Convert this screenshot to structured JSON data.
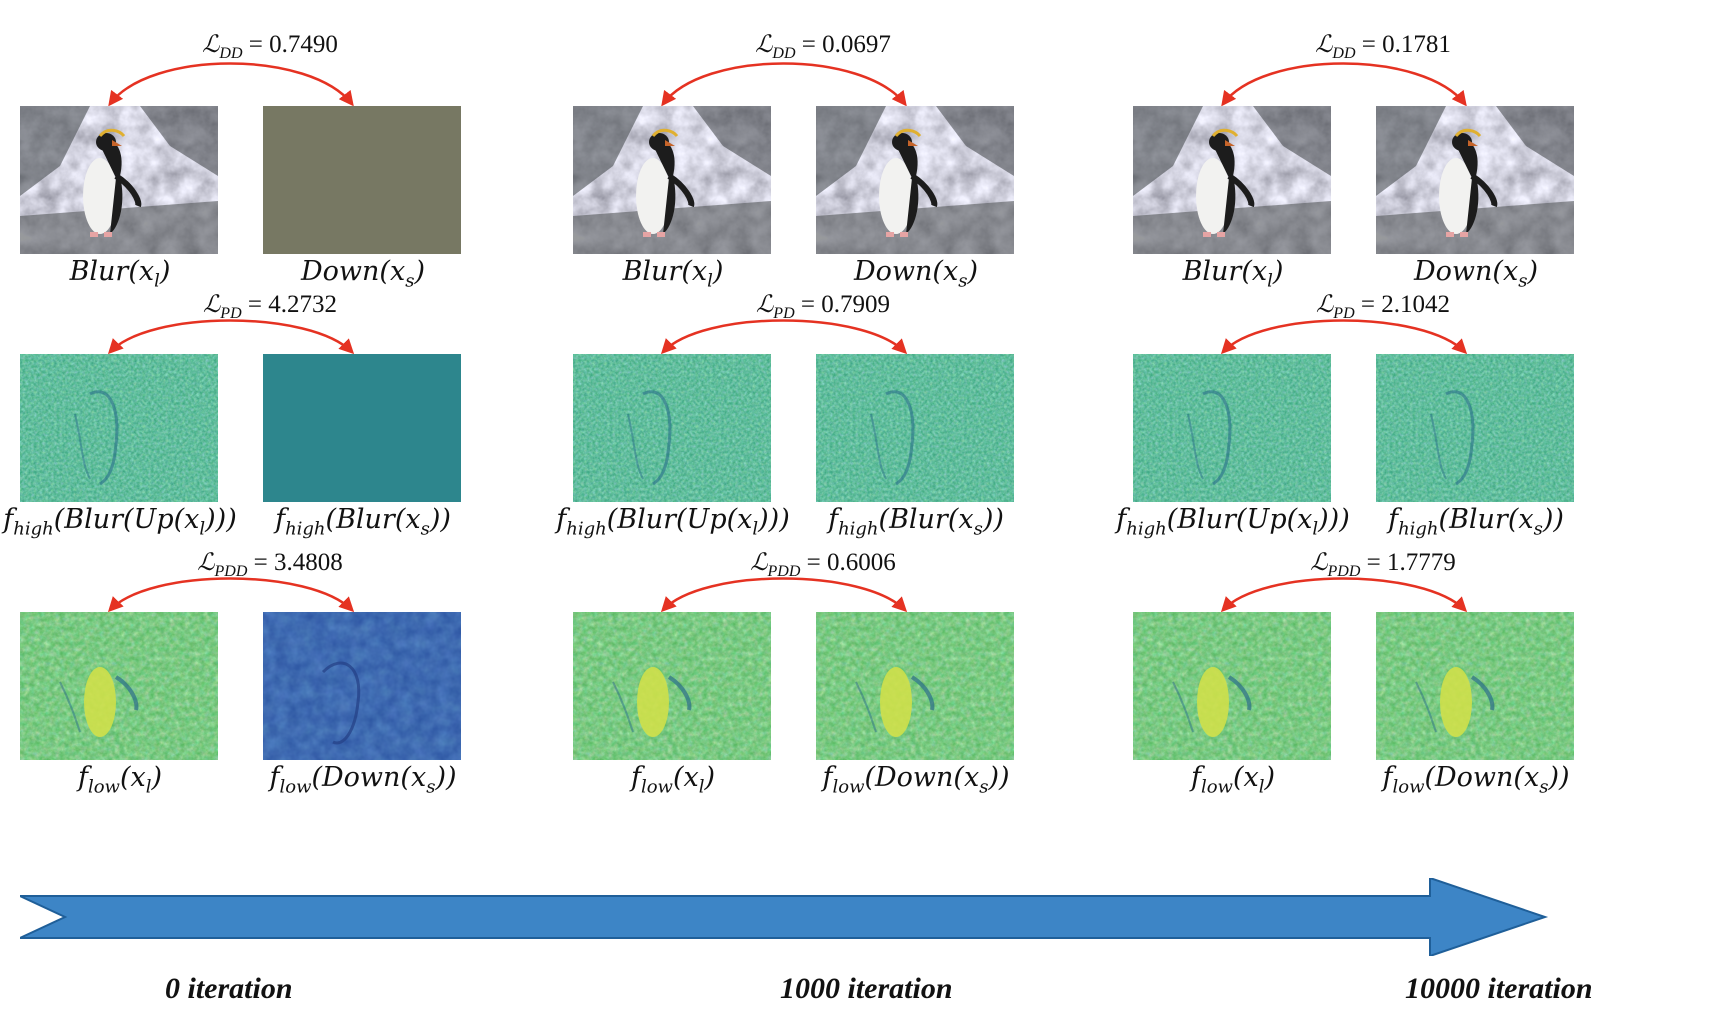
{
  "colors": {
    "arrow_fill": "#3d85c6",
    "arrow_stroke": "#1f5f99",
    "arc": "#e53222",
    "solid_tile": "#777863",
    "teal_tile": "#2e8a8c",
    "blue_tile": "#2a52a0"
  },
  "columns": [
    {
      "iteration_label": "0 iteration",
      "rows": [
        {
          "loss_symbol": "ℒ",
          "loss_sub": "DD",
          "loss_value": " = 0.7490",
          "left_caption": "Blur(x",
          "left_sub": "l",
          "left_tail": ")",
          "right_caption": "Down(x",
          "right_sub": "s",
          "right_tail": ")",
          "left_tile": "photo",
          "right_tile": "solid"
        },
        {
          "loss_symbol": "ℒ",
          "loss_sub": "PD",
          "loss_value": " = 4.2732",
          "left_caption": "f",
          "left_sub": "high",
          "left_tail": "(Blur(Up(x",
          "left_sub2": "l",
          "left_tail2": ")))",
          "right_caption": "f",
          "right_sub": "high",
          "right_tail": "(Blur(x",
          "right_sub2": "s",
          "right_tail2": "))",
          "left_tile": "high",
          "right_tile": "teal"
        },
        {
          "loss_symbol": "ℒ",
          "loss_sub": "PDD",
          "loss_value": " = 3.4808",
          "left_caption": "f",
          "left_sub": "low",
          "left_tail": "(x",
          "left_sub2": "l",
          "left_tail2": ")",
          "right_caption": "f",
          "right_sub": "low",
          "right_tail": "(Down(x",
          "right_sub2": "s",
          "right_tail2": "))",
          "left_tile": "low",
          "right_tile": "blue"
        }
      ]
    },
    {
      "iteration_label": "1000 iteration",
      "rows": [
        {
          "loss_symbol": "ℒ",
          "loss_sub": "DD",
          "loss_value": " = 0.0697",
          "left_caption": "Blur(x",
          "left_sub": "l",
          "left_tail": ")",
          "right_caption": "Down(x",
          "right_sub": "s",
          "right_tail": ")",
          "left_tile": "photo",
          "right_tile": "photo"
        },
        {
          "loss_symbol": "ℒ",
          "loss_sub": "PD",
          "loss_value": " = 0.7909",
          "left_caption": "f",
          "left_sub": "high",
          "left_tail": "(Blur(Up(x",
          "left_sub2": "l",
          "left_tail2": ")))",
          "right_caption": "f",
          "right_sub": "high",
          "right_tail": "(Blur(x",
          "right_sub2": "s",
          "right_tail2": "))",
          "left_tile": "high",
          "right_tile": "high"
        },
        {
          "loss_symbol": "ℒ",
          "loss_sub": "PDD",
          "loss_value": " = 0.6006",
          "left_caption": "f",
          "left_sub": "low",
          "left_tail": "(x",
          "left_sub2": "l",
          "left_tail2": ")",
          "right_caption": "f",
          "right_sub": "low",
          "right_tail": "(Down(x",
          "right_sub2": "s",
          "right_tail2": "))",
          "left_tile": "low",
          "right_tile": "low"
        }
      ]
    },
    {
      "iteration_label": "10000 iteration",
      "rows": [
        {
          "loss_symbol": "ℒ",
          "loss_sub": "DD",
          "loss_value": " = 0.1781",
          "left_caption": "Blur(x",
          "left_sub": "l",
          "left_tail": ")",
          "right_caption": "Down(x",
          "right_sub": "s",
          "right_tail": ")",
          "left_tile": "photo",
          "right_tile": "photo"
        },
        {
          "loss_symbol": "ℒ",
          "loss_sub": "PD",
          "loss_value": " = 2.1042",
          "left_caption": "f",
          "left_sub": "high",
          "left_tail": "(Blur(Up(x",
          "left_sub2": "l",
          "left_tail2": ")))",
          "right_caption": "f",
          "right_sub": "high",
          "right_tail": "(Blur(x",
          "right_sub2": "s",
          "right_tail2": "))",
          "left_tile": "high",
          "right_tile": "high"
        },
        {
          "loss_symbol": "ℒ",
          "loss_sub": "PDD",
          "loss_value": " = 1.7779",
          "left_caption": "f",
          "left_sub": "low",
          "left_tail": "(x",
          "left_sub2": "l",
          "left_tail2": ")",
          "right_caption": "f",
          "right_sub": "low",
          "right_tail": "(Down(x",
          "right_sub2": "s",
          "right_tail2": "))",
          "left_tile": "low",
          "right_tile": "low"
        }
      ]
    }
  ]
}
